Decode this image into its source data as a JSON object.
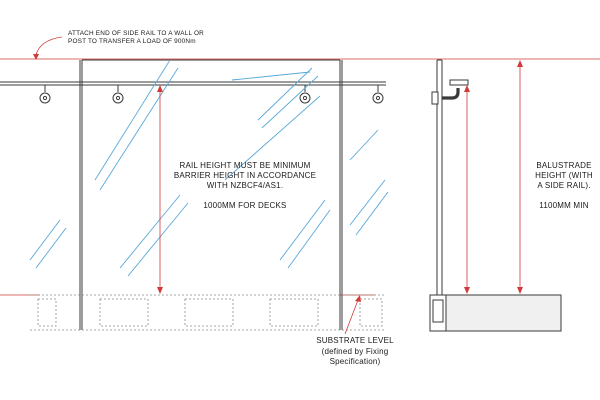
{
  "notes": {
    "top_line1": "ATTACH END OF SIDE RAIL TO A WALL OR",
    "top_line2": "POST TO TRANSFER A LOAD OF 900Nm",
    "rail_line1": "RAIL HEIGHT MUST BE MINIMUM",
    "rail_line2": "BARRIER HEIGHT IN ACCORDANCE",
    "rail_line3": "WITH NZBCF4/AS1.",
    "rail_line4": "1000MM FOR DECKS",
    "bal_line1": "BALUSTRADE",
    "bal_line2": "HEIGHT (WITH",
    "bal_line3": "A SIDE RAIL).",
    "bal_line4": "1100MM MIN",
    "sub_line1": "SUBSTRATE LEVEL",
    "sub_line2": "(defined by Fixing",
    "sub_line3": "Specification)"
  },
  "colors": {
    "line": "#3a3a3a",
    "dim_red": "#d23a3a",
    "glass_blue": "#5aa8d8",
    "dashed": "#8a8a8a",
    "substrate": "#f0f0f0"
  }
}
